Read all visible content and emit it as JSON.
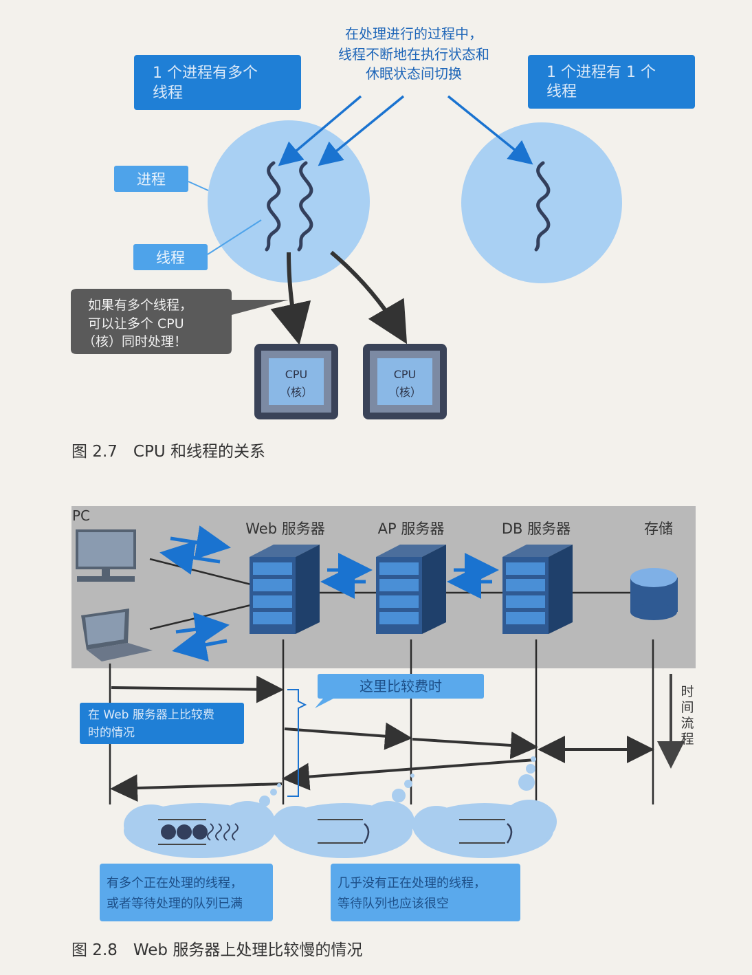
{
  "figure1": {
    "top_note": [
      "在处理进行的过程中，",
      "线程不断地在执行状态和",
      "休眠状态间切换"
    ],
    "left_box": [
      "1 个进程有多个",
      "线程"
    ],
    "right_box": [
      "1 个进程有 1 个",
      "线程"
    ],
    "process_label": "进程",
    "thread_label": "线程",
    "speech": [
      "如果有多个线程，",
      "可以让多个 CPU",
      "（核）同时处理！"
    ],
    "cpu_label_line1": "CPU",
    "cpu_label_line2": "（核）",
    "caption": "图 2.7　CPU 和线程的关系"
  },
  "figure2": {
    "pc_label": "PC",
    "web_label": "Web 服务器",
    "ap_label": "AP 服务器",
    "db_label": "DB 服务器",
    "storage_label": "存储",
    "time_flow": [
      "时",
      "间",
      "流",
      "程"
    ],
    "slow_here": "这里比较费时",
    "web_slow_box": [
      "在 Web 服务器上比较费",
      "时的情况"
    ],
    "bottom_left_box": [
      "有多个正在处理的线程，",
      "或者等待处理的队列已满"
    ],
    "bottom_right_box": [
      "几乎没有正在处理的线程，",
      "等待队列也应该很空"
    ],
    "caption": "图 2.8　Web 服务器上处理比较慢的情况"
  }
}
